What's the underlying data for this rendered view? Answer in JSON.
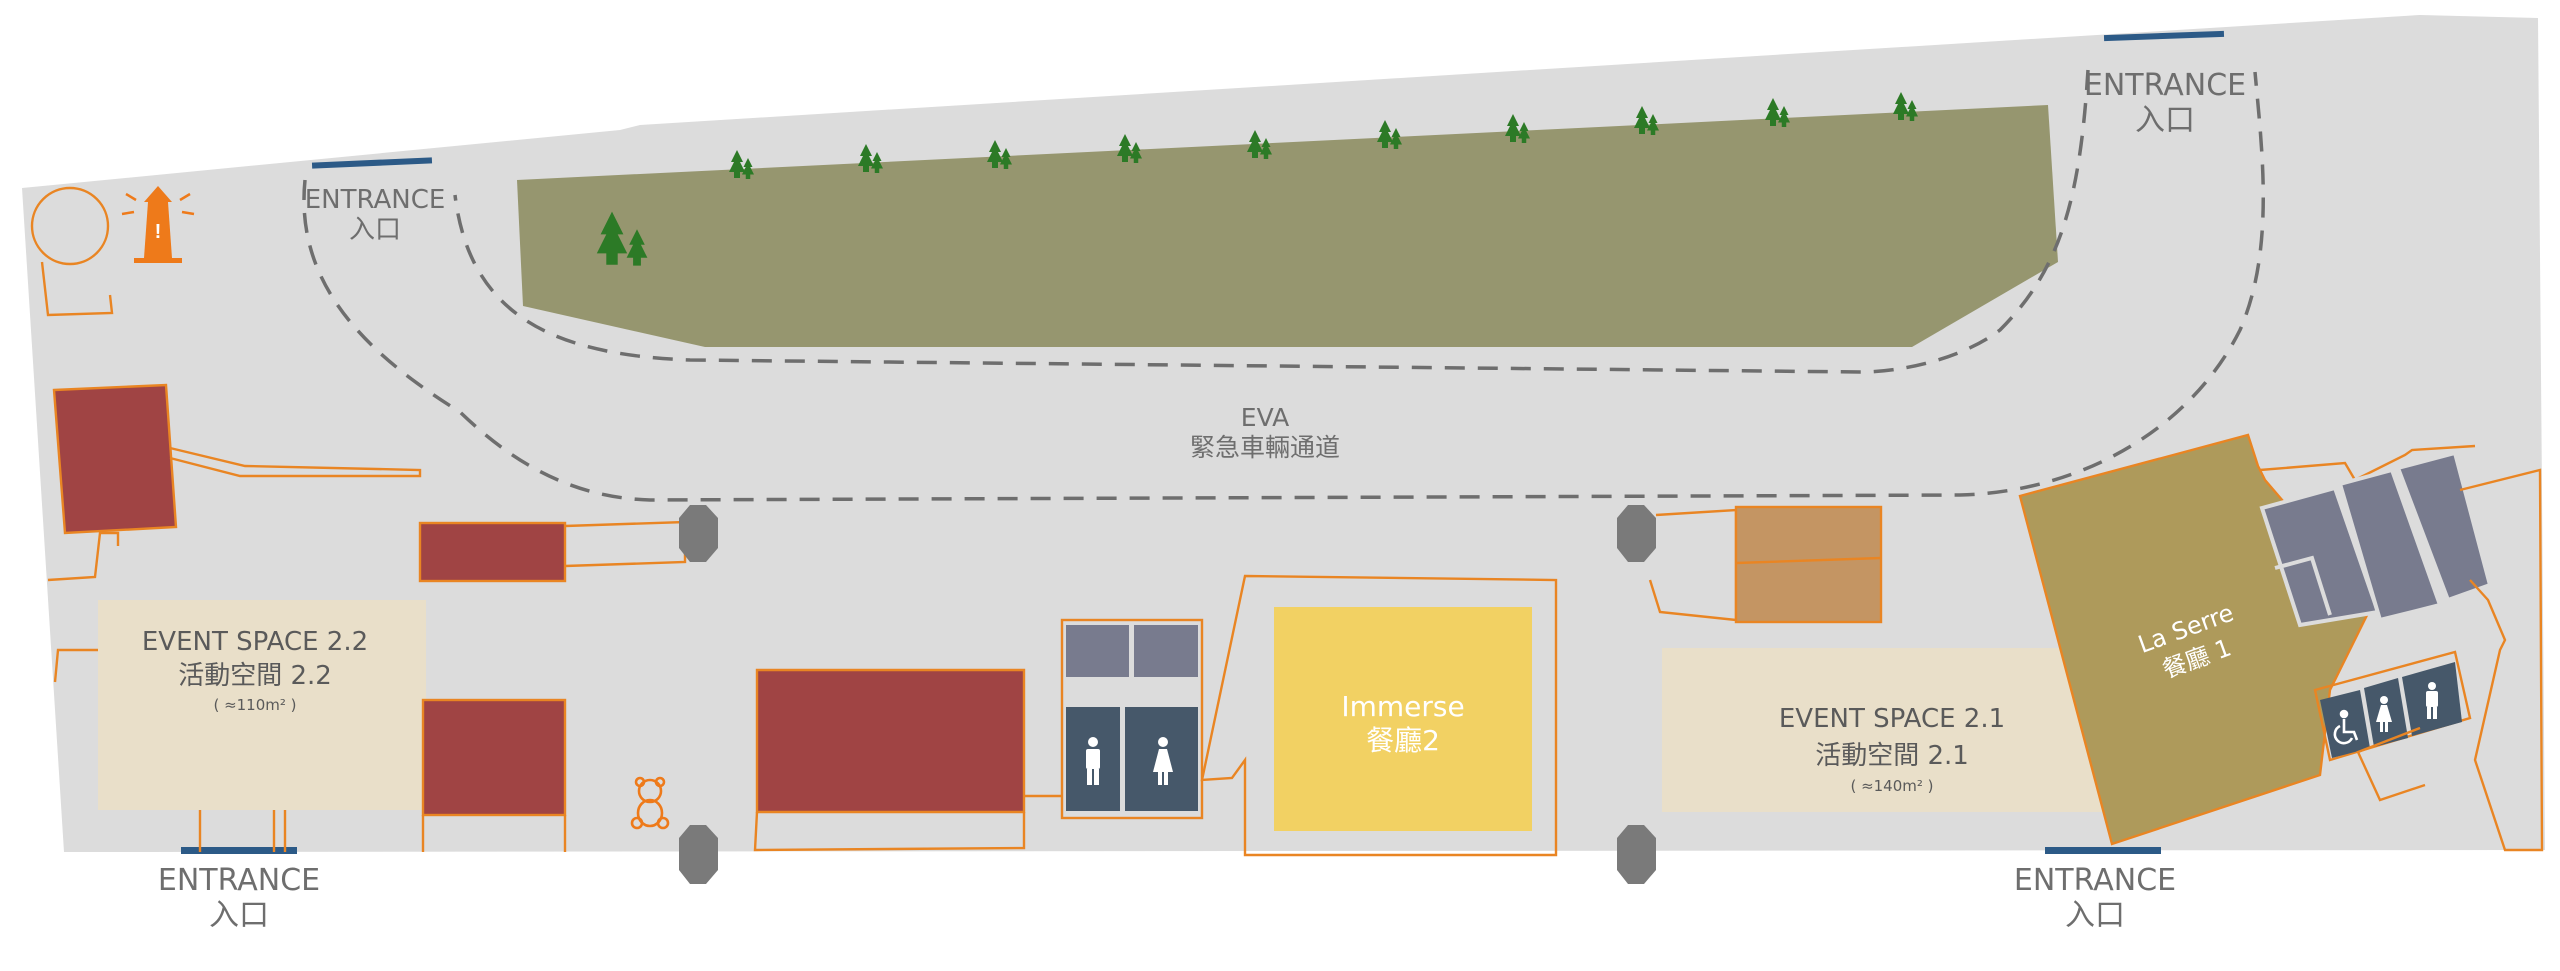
{
  "colors": {
    "ground": "#dcdcdc",
    "lawn": "#96966f",
    "tree": "#2c7a26",
    "building": "#a04444",
    "outline": "#e98523",
    "event_space": "#e9dfc9",
    "immerse": "#f2d163",
    "la_serre": "#ae9a5b",
    "storage": "#c49563",
    "washroom": "#46586a",
    "grey_room": "#787b8e",
    "entrance_bar": "#2c5a87",
    "pillar": "#7a7a7a",
    "text": "#6e6e6e"
  },
  "entrances": [
    {
      "en": "ENTRANCE",
      "zh": "入口"
    },
    {
      "en": "ENTRANCE",
      "zh": "入口"
    },
    {
      "en": "ENTRANCE",
      "zh": "入口"
    },
    {
      "en": "ENTRANCE",
      "zh": "入口"
    }
  ],
  "eva": {
    "en": "EVA",
    "zh": "緊急車輛通道"
  },
  "event_space_2_2": {
    "en": "EVENT SPACE 2.2",
    "zh": "活動空間 2.2",
    "area": "( ≈110m² )"
  },
  "event_space_2_1": {
    "en": "EVENT SPACE 2.1",
    "zh": "活動空間 2.1",
    "area": "( ≈140m² )"
  },
  "immerse": {
    "en": "Immerse",
    "zh": "餐廳2"
  },
  "la_serre": {
    "en": "La Serre",
    "zh": "餐廳 1"
  },
  "icons": {
    "lighthouse": "lighthouse-icon",
    "teddy": "teddy-bear-icon",
    "male": "male-toilet-icon",
    "female": "female-toilet-icon",
    "accessible": "accessible-toilet-icon",
    "tree": "tree-icon"
  }
}
